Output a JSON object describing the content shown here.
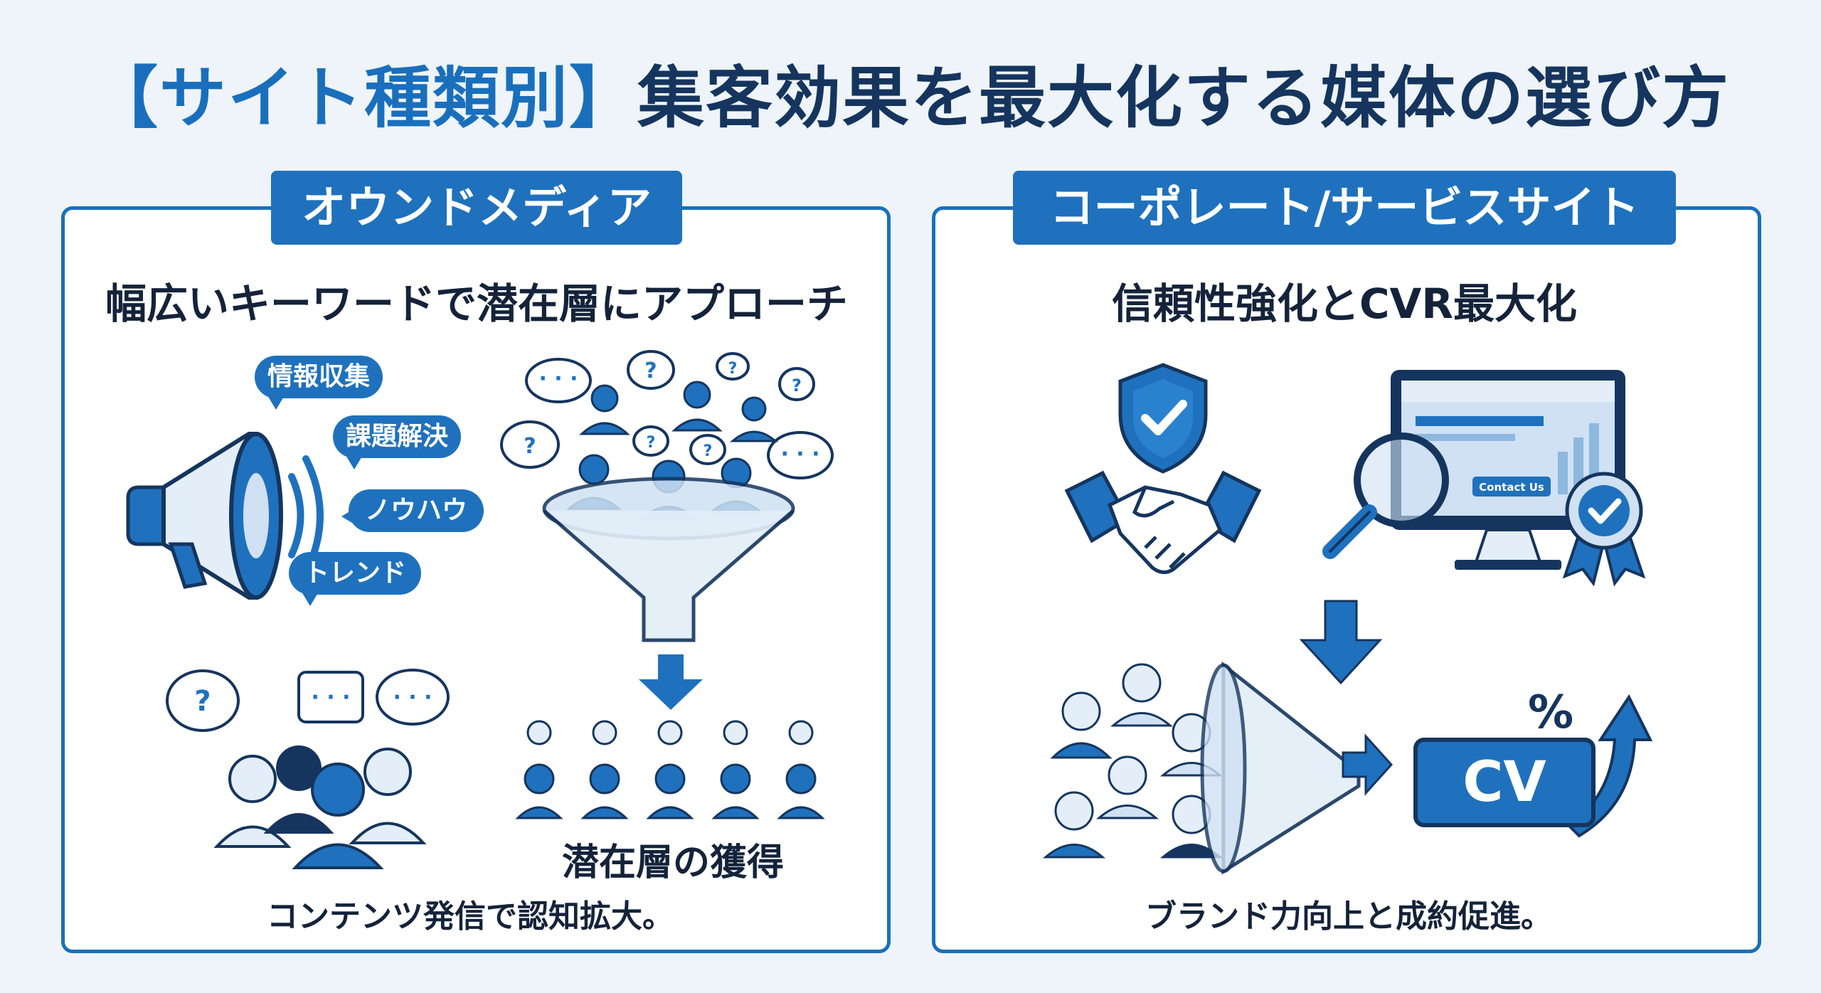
{
  "title": {
    "bracket": "【サイト種類別】",
    "main": "集客効果を最大化する媒体の選び方"
  },
  "left_panel": {
    "label": "オウンドメディア",
    "subtitle": "幅広いキーワードで潜在層にアプローチ",
    "tags": [
      "情報収集",
      "課題解決",
      "ノウハウ",
      "トレンド"
    ],
    "funnel_caption": "潜在層の獲得",
    "caption": "コンテンツ発信で認知拡大。"
  },
  "right_panel": {
    "label": "コーポレート/サービスサイト",
    "subtitle": "信頼性強化とCVR最大化",
    "contact_button": "Contact Us",
    "cv_label": "CV",
    "percent_label": "%",
    "caption": "ブランド力向上と成約促進。"
  },
  "colors": {
    "accent": "#1f71bd",
    "dark_navy": "#15355e",
    "light_blue": "#cfe1f3",
    "background": "#eef4f9"
  },
  "icons": [
    "megaphone-icon",
    "speech-bubble-icon",
    "person-icon",
    "funnel-icon",
    "arrow-down-icon",
    "lightbulb-icon",
    "shield-check-icon",
    "handshake-icon",
    "monitor-icon",
    "magnifier-icon",
    "badge-check-icon",
    "arrow-right-icon",
    "growth-arrow-icon"
  ]
}
